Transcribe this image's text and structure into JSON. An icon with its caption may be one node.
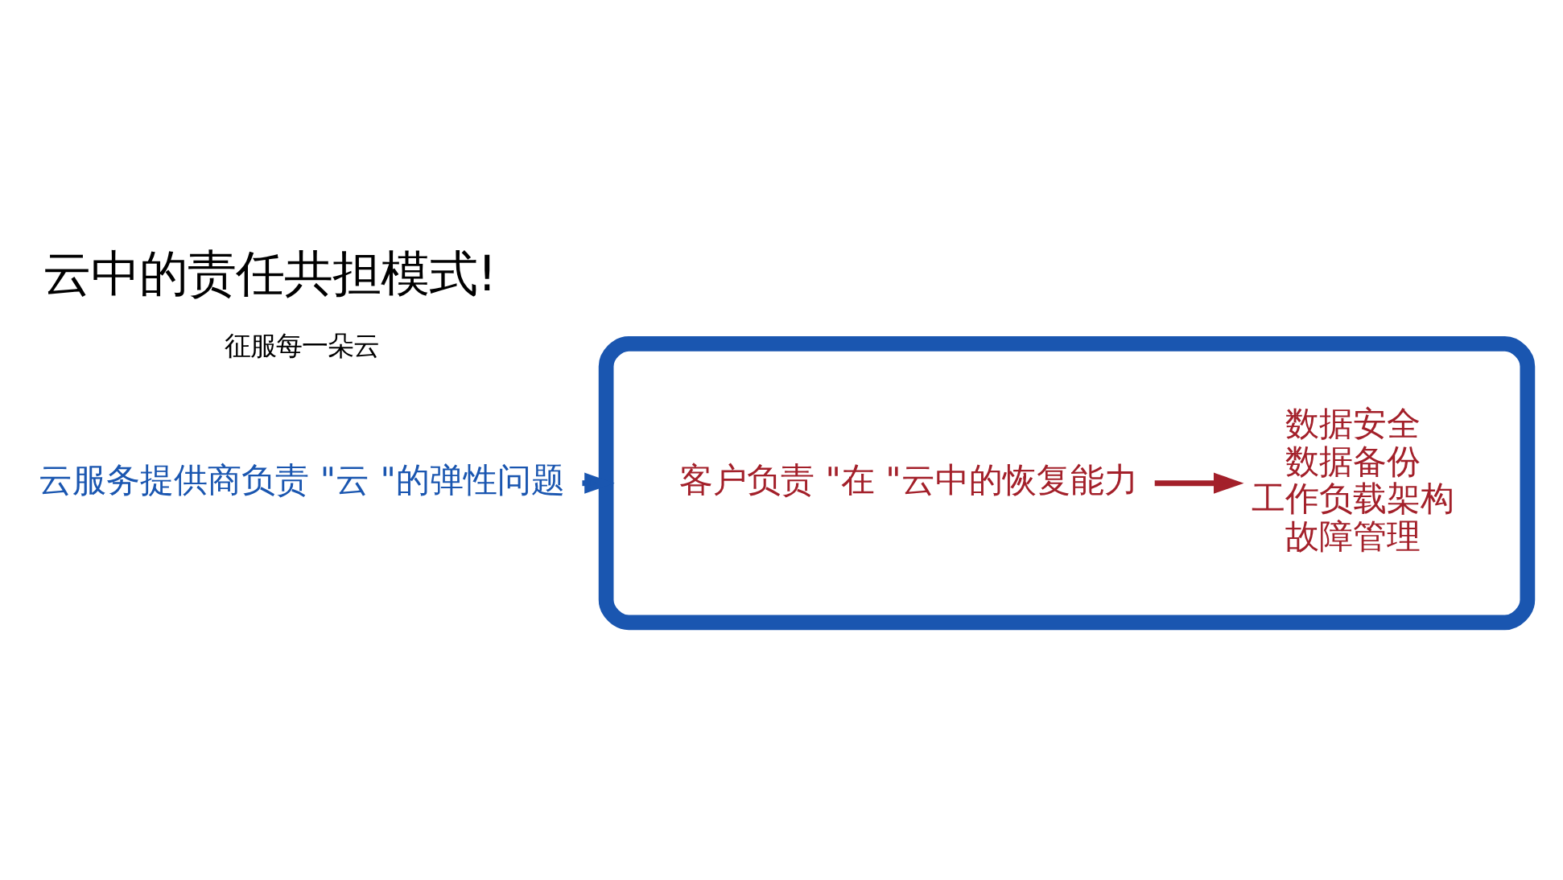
{
  "diagram": {
    "title": "云中的责任共担模式!",
    "nodes": [
      {
        "text": [
          "云服务提供商负责 \"云 \"的弹性问题"
        ]
      },
      {
        "text": [],
        "shape": "cloud"
      },
      {
        "text": [
          "客户负责 \"在 \"云中的恢复能力"
        ],
        "in": 1
      },
      {
        "text": [
          "数据安全",
          "数据备份",
          "工作负载架构",
          "故障管理"
        ],
        "in": 1
      }
    ],
    "edges": [
      {
        "from": 0,
        "to": 1,
        "arrow": "to",
        "color": "#1a56b0"
      },
      {
        "from": 2,
        "to": 3,
        "arrow": "to",
        "color": "#a3202a"
      }
    ],
    "labels": [
      "征服每一朵云"
    ]
  }
}
